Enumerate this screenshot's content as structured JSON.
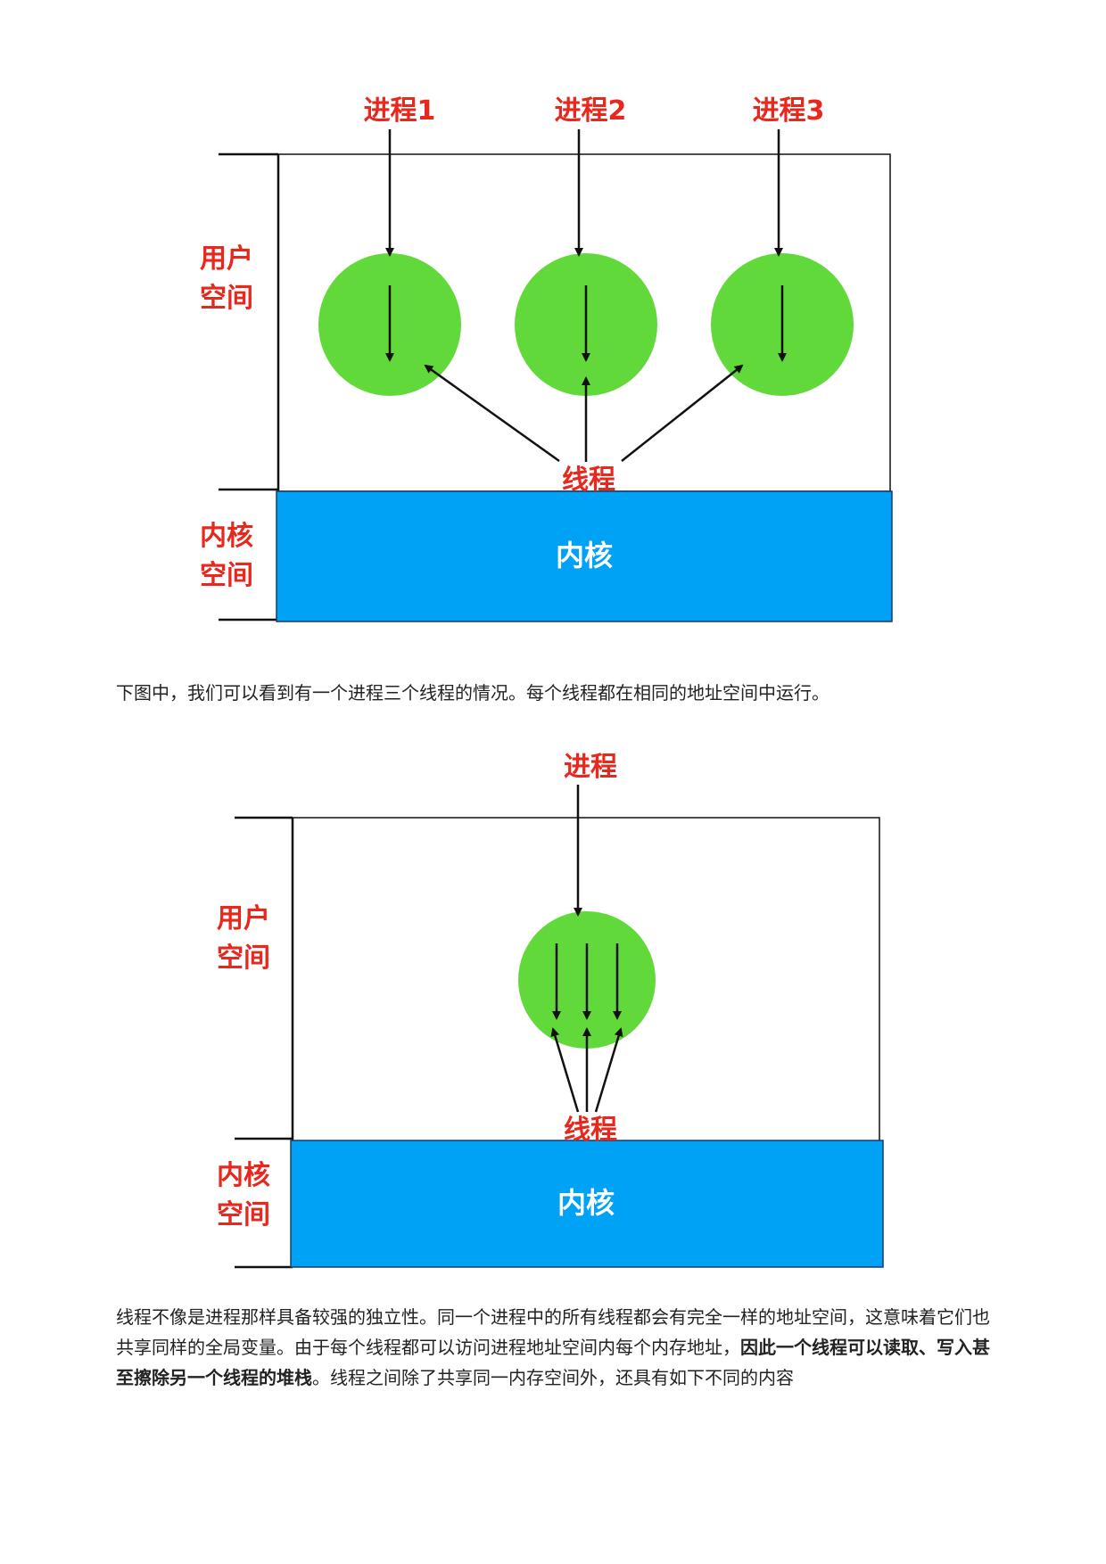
{
  "diagram1": {
    "process_labels": [
      "进程1",
      "进程2",
      "进程3"
    ],
    "user_space_label": [
      "用户",
      "空间"
    ],
    "kernel_space_label": [
      "内核",
      "空间"
    ],
    "thread_label": "线程",
    "kernel_label": "内核"
  },
  "paragraph1": "下图中，我们可以看到有一个进程三个线程的情况。每个线程都在相同的地址空间中运行。",
  "diagram2": {
    "process_label": "进程",
    "user_space_label": [
      "用户",
      "空间"
    ],
    "kernel_space_label": [
      "内核",
      "空间"
    ],
    "thread_label": "线程",
    "kernel_label": "内核"
  },
  "paragraph2": {
    "text_before_bold": "线程不像是进程那样具备较强的独立性。同一个进程中的所有线程都会有完全一样的地址空间，这意味着它们也共享同样的全局变量。由于每个线程都可以访问进程地址空间内每个内存地址，",
    "bold_text": "因此一个线程可以读取、写入甚至擦除另一个线程的堆栈",
    "text_after_bold": "。线程之间除了共享同一内存空间外，还具有如下不同的内容"
  },
  "colors": {
    "label_red": "#e8271d",
    "thread_green": "#62d93a",
    "kernel_blue": "#00a2f5",
    "kernel_border": "#1a3a66",
    "arrow_black": "#111111"
  }
}
